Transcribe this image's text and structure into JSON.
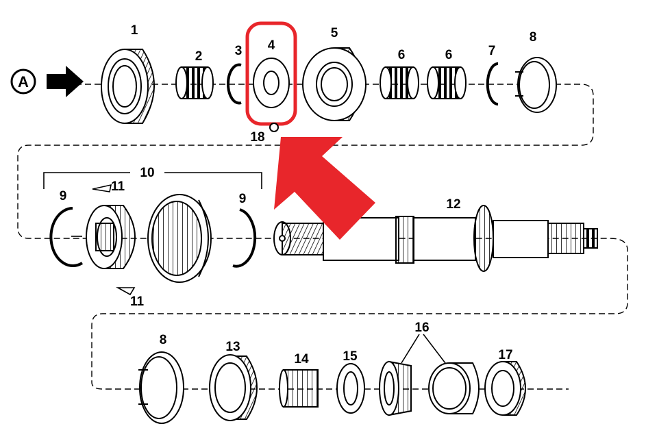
{
  "diagram": {
    "callout_start": "A",
    "part_labels": {
      "p1": "1",
      "p2": "2",
      "p3": "3",
      "p4": "4",
      "p5": "5",
      "p6a": "6",
      "p6b": "6",
      "p7": "7",
      "p8a": "8",
      "p18": "18",
      "p10": "10",
      "p9a": "9",
      "p11a": "11",
      "p9b": "9",
      "p11b": "11",
      "p12": "12",
      "p8b": "8",
      "p13": "13",
      "p14": "14",
      "p15": "15",
      "p16": "16",
      "p17": "17"
    },
    "colors": {
      "line": "#000000",
      "highlight": "#e8262b",
      "background": "#ffffff"
    },
    "highlighted_part": "4",
    "pointer_arrow_color": "#e8262b",
    "icons": [
      "black-arrow-icon",
      "red-pointer-arrow-icon"
    ]
  }
}
